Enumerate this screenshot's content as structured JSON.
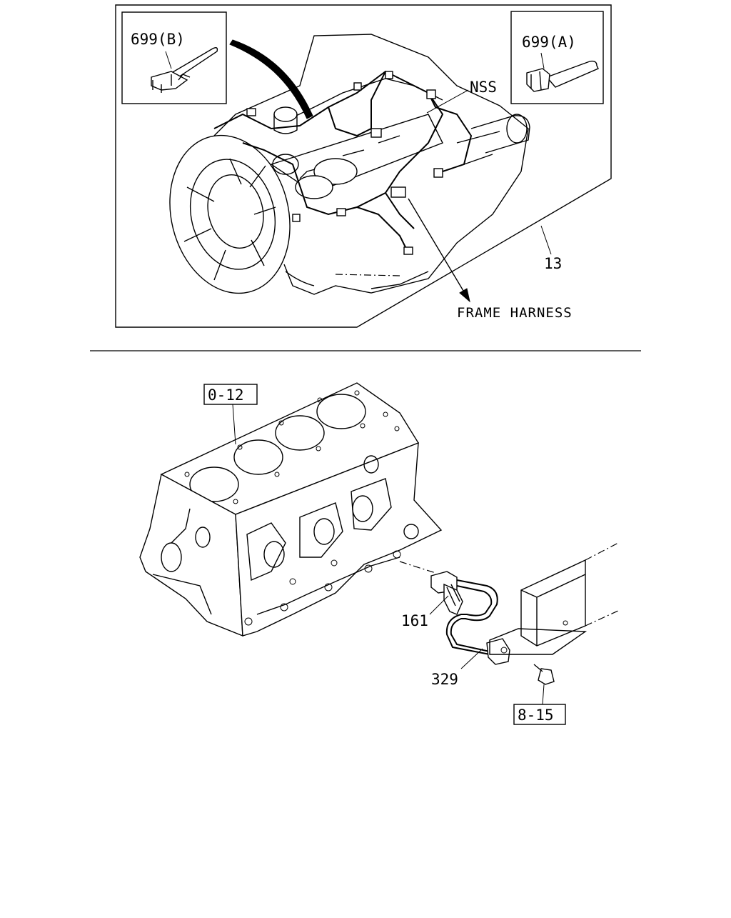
{
  "diagram": {
    "top_panel": {
      "callouts": {
        "clip_b": "699(B)",
        "clip_a": "699(A)",
        "nss": "NSS",
        "harness_assembly": "13",
        "frame_harness": "FRAME HARNESS"
      }
    },
    "bottom_panel": {
      "callouts": {
        "cylinder_block": "0-12",
        "bolt": "161",
        "sensor_harness": "329",
        "bracket_bolt": "8-15"
      }
    }
  }
}
